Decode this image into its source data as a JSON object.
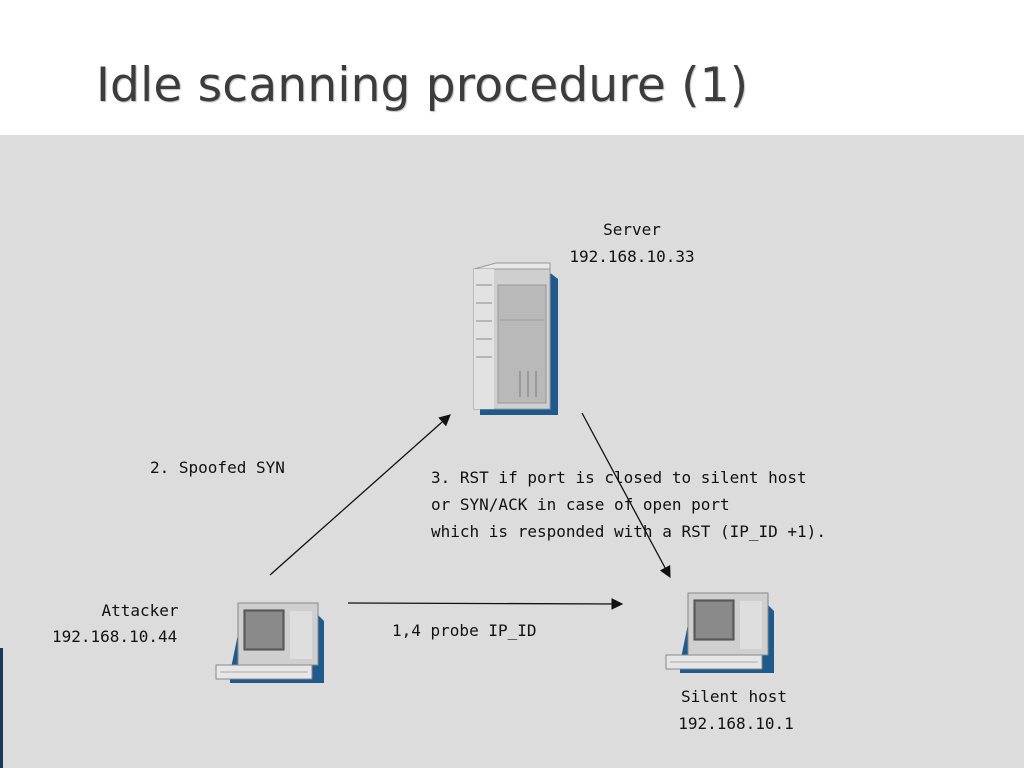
{
  "slide": {
    "title": "Idle scanning procedure (1)"
  },
  "diagram": {
    "server": {
      "name": "Server",
      "ip": "192.168.10.33"
    },
    "attacker": {
      "name": "Attacker",
      "ip": "192.168.10.44"
    },
    "silent_host": {
      "name": "Silent host",
      "ip": "192.168.10.1"
    },
    "edges": {
      "spoofed_syn": "2. Spoofed SYN",
      "probe": "1,4 probe IP_ID",
      "rst_reply": {
        "line1": "3. RST if port is closed to silent host",
        "line2": "or SYN/ACK in case of open port",
        "line3": "which is responded with a RST (IP_ID +1)."
      }
    },
    "colors": {
      "panel": "#dcdcdc",
      "device_body": "#cfcfcf",
      "device_shadow": "#1e5a8c",
      "text": "#111111"
    }
  }
}
